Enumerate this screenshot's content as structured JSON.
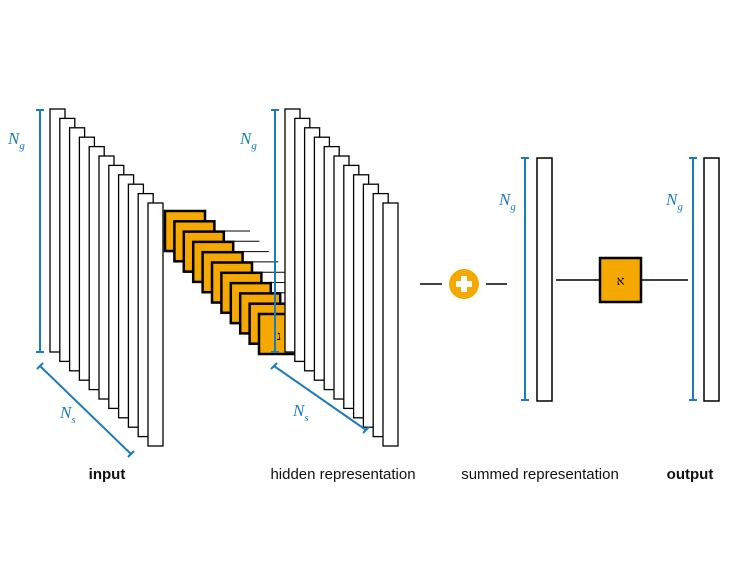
{
  "labels": {
    "input": "input",
    "hidden": "hidden representation",
    "summed": "summed representation",
    "output": "output"
  },
  "dims": {
    "genes_base": "N",
    "genes_sub": "g",
    "samples_base": "N",
    "samples_sub": "s"
  },
  "operators": {
    "per_sample_op": "נ",
    "output_op": "א"
  },
  "colors": {
    "accent_blue": "#1a7bbf",
    "operator_orange": "#f5a800",
    "stroke": "#000000"
  },
  "structure": {
    "input_layers": 11,
    "hidden_layers": 11,
    "per_sample_ops": 11
  }
}
